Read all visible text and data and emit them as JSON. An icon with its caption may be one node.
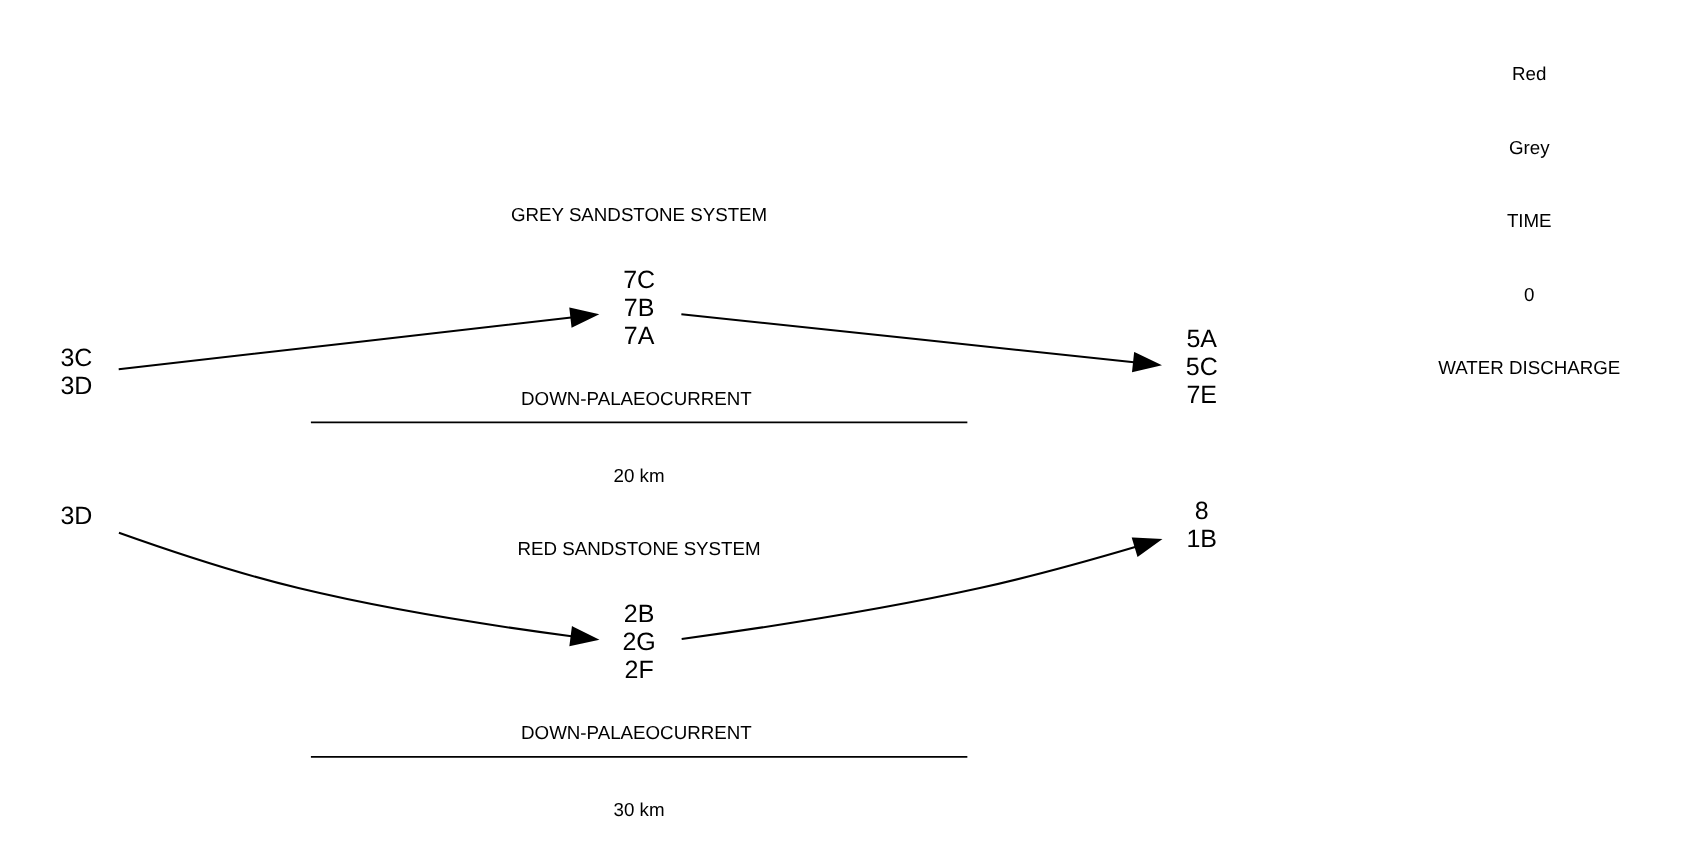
{
  "diagram": {
    "nodes": [
      {
        "text": [
          "3C",
          "3D"
        ]
      },
      {
        "text": [
          "7C",
          "7B",
          "7A"
        ]
      },
      {
        "text": [
          "5A",
          "5C",
          "7E"
        ]
      },
      {
        "text": [
          "3D"
        ]
      },
      {
        "text": [
          "2B",
          "2G",
          "2F"
        ]
      },
      {
        "text": [
          "8",
          "1B"
        ]
      }
    ],
    "edges": [
      {
        "from": 0,
        "to": 1,
        "arrow": "to"
      },
      {
        "from": 1,
        "to": 2,
        "arrow": "to"
      },
      {
        "from": 3,
        "to": 4,
        "arrow": "to"
      },
      {
        "from": 4,
        "to": 5,
        "arrow": "to"
      }
    ],
    "labels": [
      "GREY SANDSTONE SYSTEM",
      "DOWN-PALAEOCURRENT",
      "20 km",
      "RED SANDSTONE SYSTEM",
      "DOWN-PALAEOCURRENT",
      "30 km",
      "WATER DISCHARGE",
      "0",
      "TIME",
      "Grey",
      "Red"
    ]
  }
}
